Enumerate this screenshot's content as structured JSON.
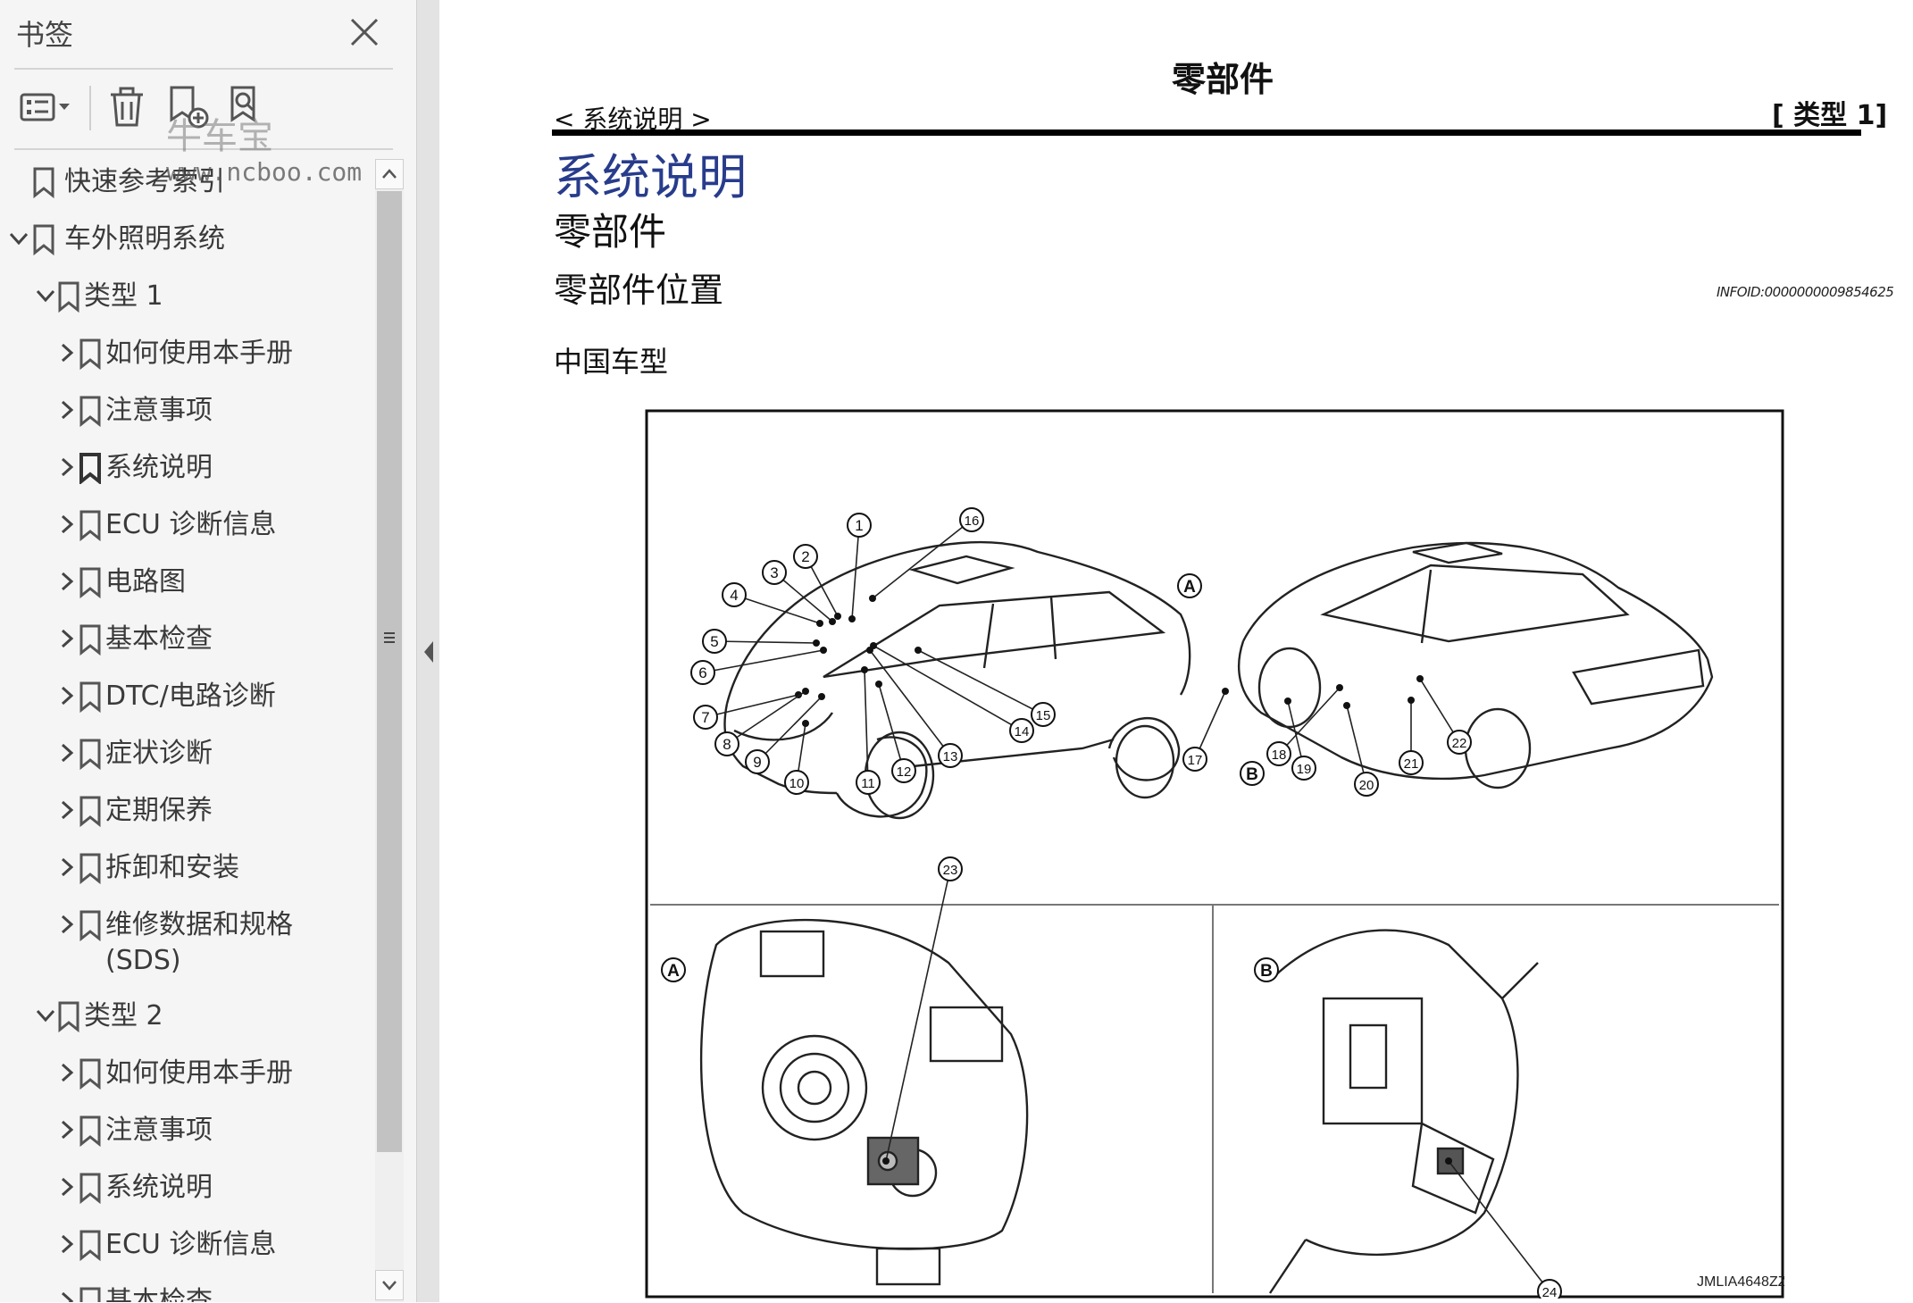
{
  "sidebar": {
    "title": "书签",
    "watermark_text": "牛车宝",
    "watermark_url": "www.ncboo.com",
    "icons": [
      "options-icon",
      "delete-icon",
      "new-bookmark-icon",
      "find-bookmark-icon",
      "close-icon"
    ],
    "items": [
      {
        "label": "快速参考索引",
        "level": 0,
        "expander": "none"
      },
      {
        "label": "车外照明系统",
        "level": 0,
        "expander": "expanded"
      },
      {
        "label": "类型 1",
        "level": 1,
        "expander": "expanded"
      },
      {
        "label": "如何使用本手册",
        "level": 2,
        "expander": "collapsed"
      },
      {
        "label": "注意事项",
        "level": 2,
        "expander": "collapsed"
      },
      {
        "label": "系统说明",
        "level": 2,
        "expander": "collapsed",
        "active": true
      },
      {
        "label": "ECU 诊断信息",
        "level": 2,
        "expander": "collapsed"
      },
      {
        "label": "电路图",
        "level": 2,
        "expander": "collapsed"
      },
      {
        "label": "基本检查",
        "level": 2,
        "expander": "collapsed"
      },
      {
        "label": "DTC/电路诊断",
        "level": 2,
        "expander": "collapsed"
      },
      {
        "label": "症状诊断",
        "level": 2,
        "expander": "collapsed"
      },
      {
        "label": "定期保养",
        "level": 2,
        "expander": "collapsed"
      },
      {
        "label": "拆卸和安装",
        "level": 2,
        "expander": "collapsed"
      },
      {
        "label": "维修数据和规格",
        "label_line2": "(SDS)",
        "level": 2,
        "expander": "collapsed"
      },
      {
        "label": "类型 2",
        "level": 1,
        "expander": "expanded"
      },
      {
        "label": "如何使用本手册",
        "level": 2,
        "expander": "collapsed"
      },
      {
        "label": "注意事项",
        "level": 2,
        "expander": "collapsed"
      },
      {
        "label": "系统说明",
        "level": 2,
        "expander": "collapsed"
      },
      {
        "label": "ECU 诊断信息",
        "level": 2,
        "expander": "collapsed"
      },
      {
        "label": "基本检查",
        "level": 2,
        "expander": "collapsed"
      }
    ]
  },
  "document": {
    "page_title": "零部件",
    "breadcrumb": "< 系统说明 >",
    "type_tag": "[ 类型 1]",
    "section_title": "系统说明",
    "subsection_title": "零部件",
    "subsubsection_title": "零部件位置",
    "info_id": "INFOID:0000000009854625",
    "region_title": "中国车型",
    "figure": {
      "callouts": [
        "1",
        "2",
        "3",
        "4",
        "5",
        "6",
        "7",
        "8",
        "9",
        "10",
        "11",
        "12",
        "13",
        "14",
        "15",
        "16",
        "17",
        "18",
        "19",
        "20",
        "21",
        "22",
        "23",
        "24"
      ],
      "view_labels": [
        "A",
        "B"
      ],
      "figure_id": "JMLIA4648ZZ"
    }
  }
}
